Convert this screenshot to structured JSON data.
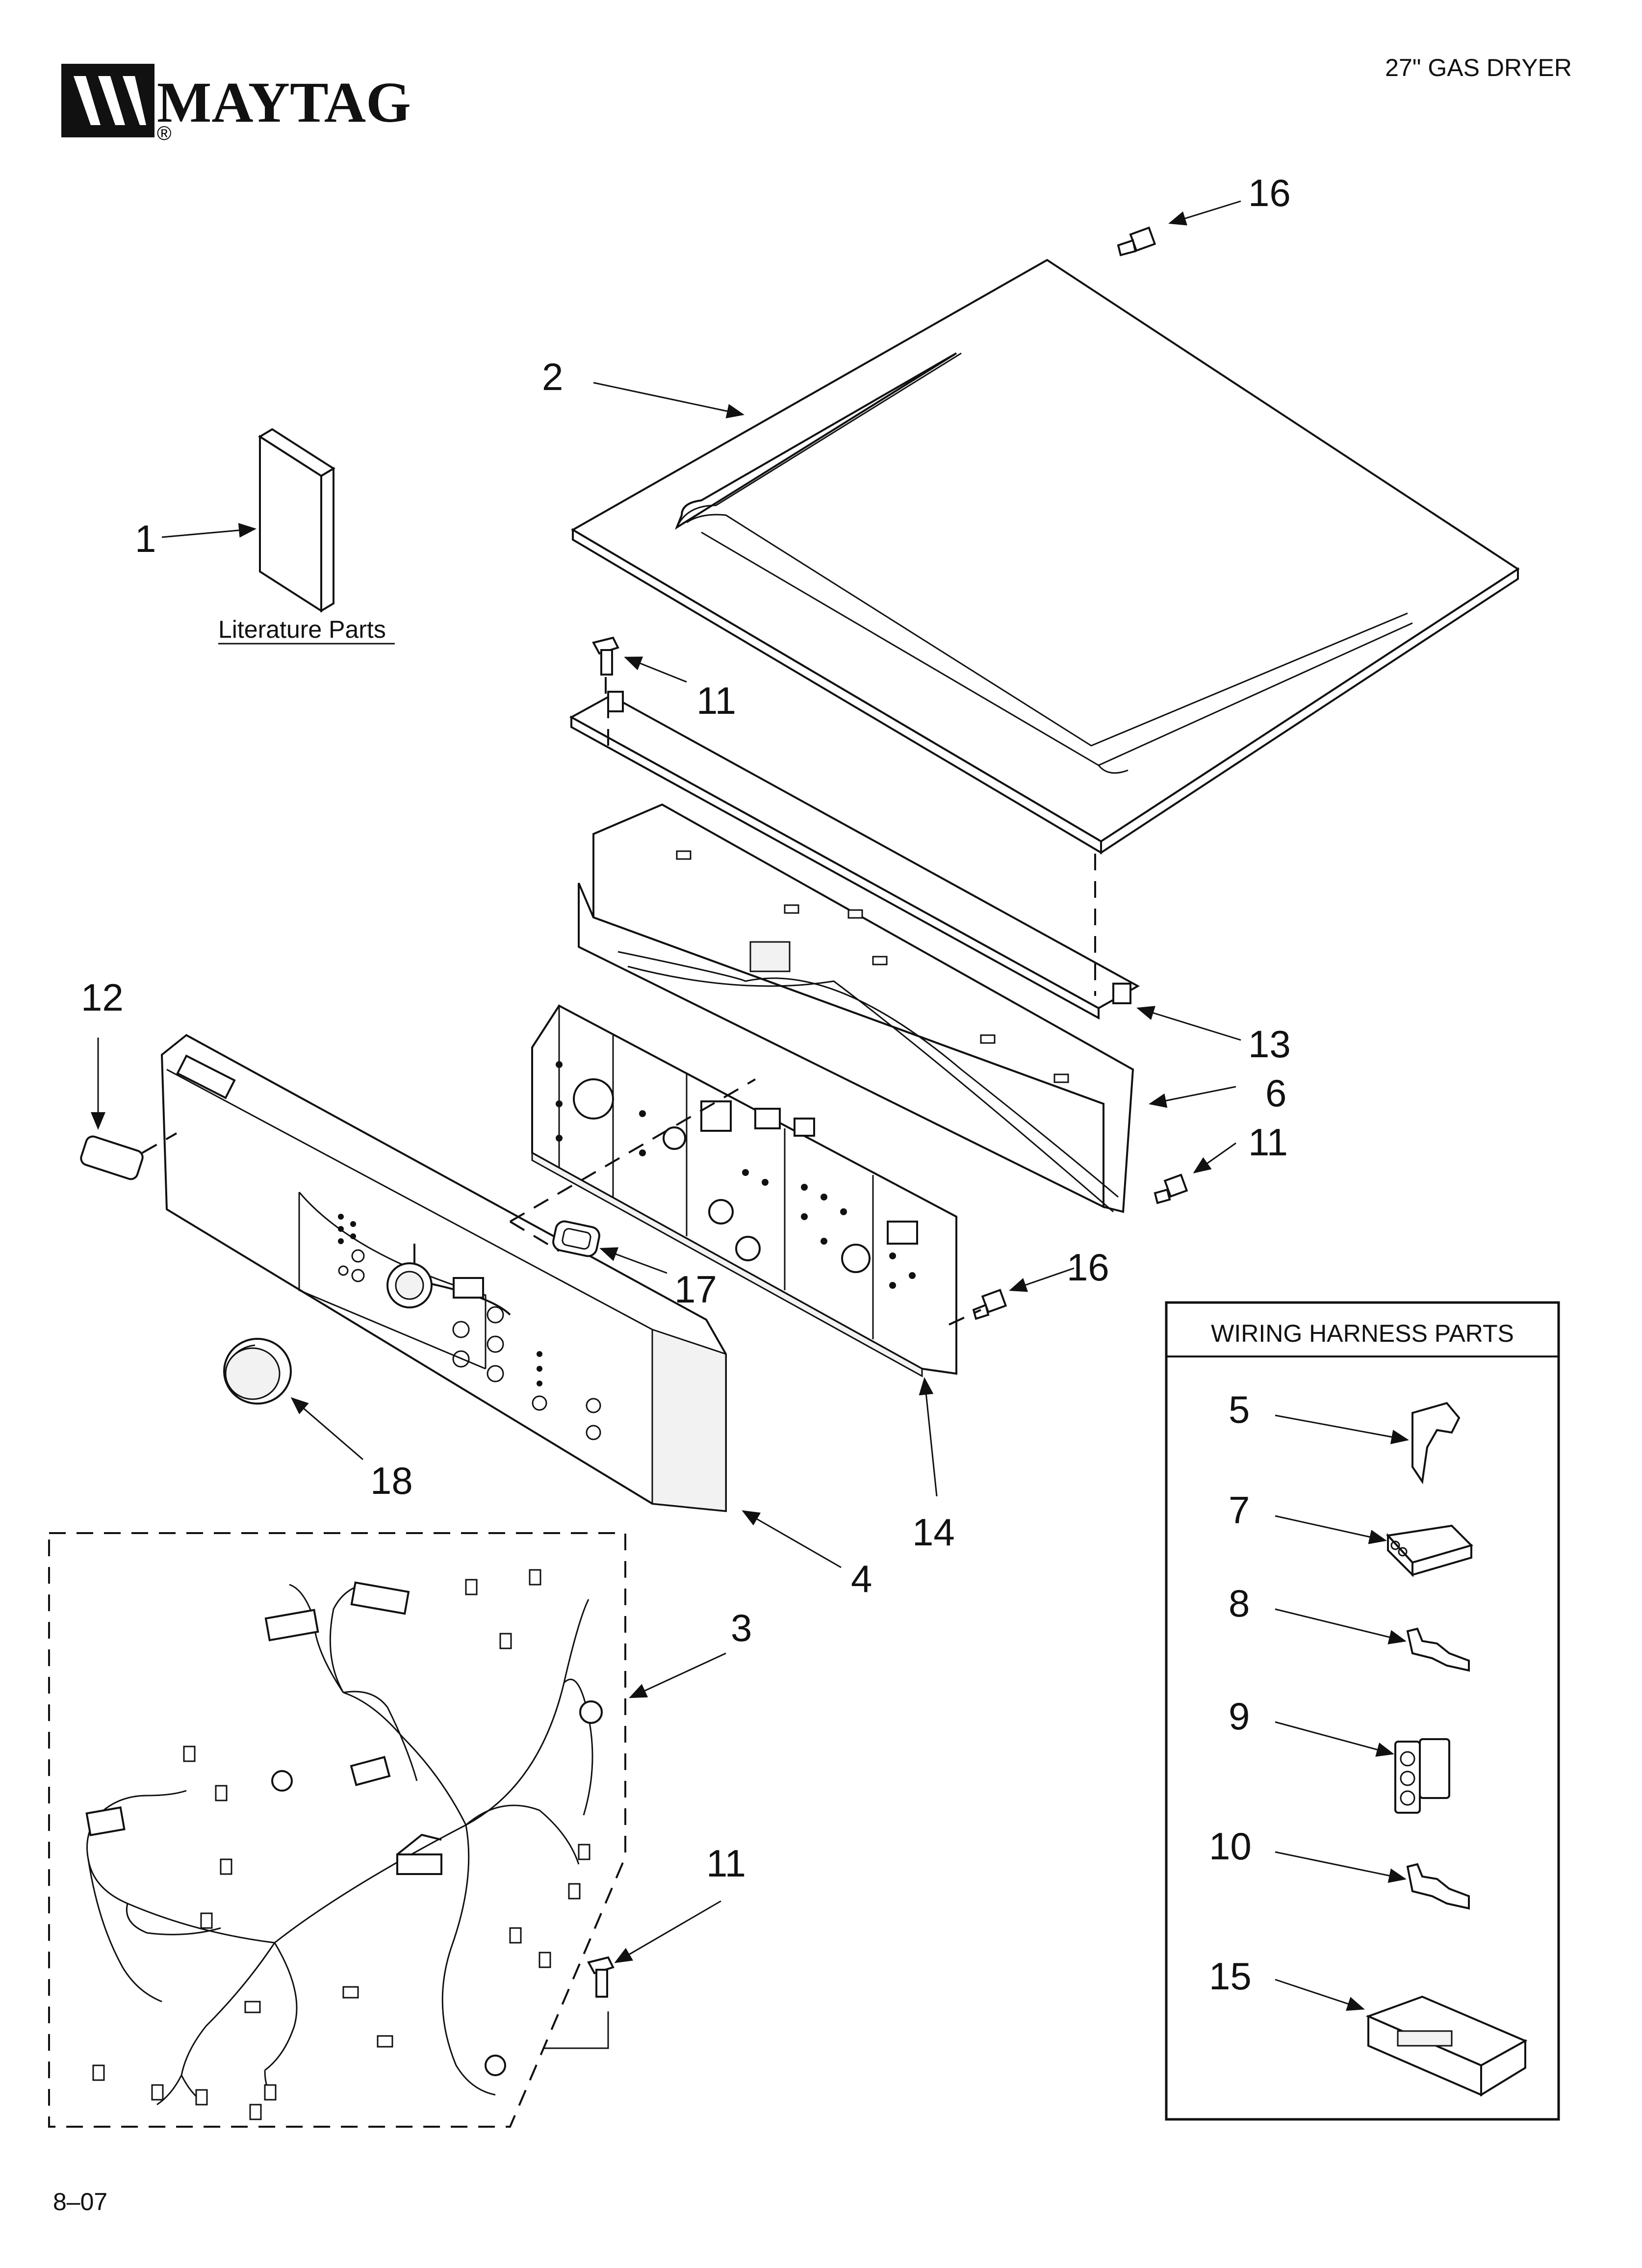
{
  "brand": {
    "name": "MAYTAG",
    "registered_mark": "®"
  },
  "header": {
    "model": "27\" GAS DRYER"
  },
  "footer": {
    "code": "8–07"
  },
  "literature": {
    "label": "Literature Parts"
  },
  "wiring_box": {
    "title": "WIRING HARNESS PARTS"
  },
  "callouts": {
    "c1": "1",
    "c2": "2",
    "c3": "3",
    "c4": "4",
    "c5": "5",
    "c6": "6",
    "c7": "7",
    "c8": "8",
    "c9": "9",
    "c10": "10",
    "c11a": "11",
    "c11b": "11",
    "c11c": "11",
    "c12": "12",
    "c13": "13",
    "c14": "14",
    "c15": "15",
    "c16a": "16",
    "c16b": "16",
    "c17": "17",
    "c18": "18"
  },
  "colors": {
    "ink": "#111111",
    "paper": "#ffffff"
  }
}
